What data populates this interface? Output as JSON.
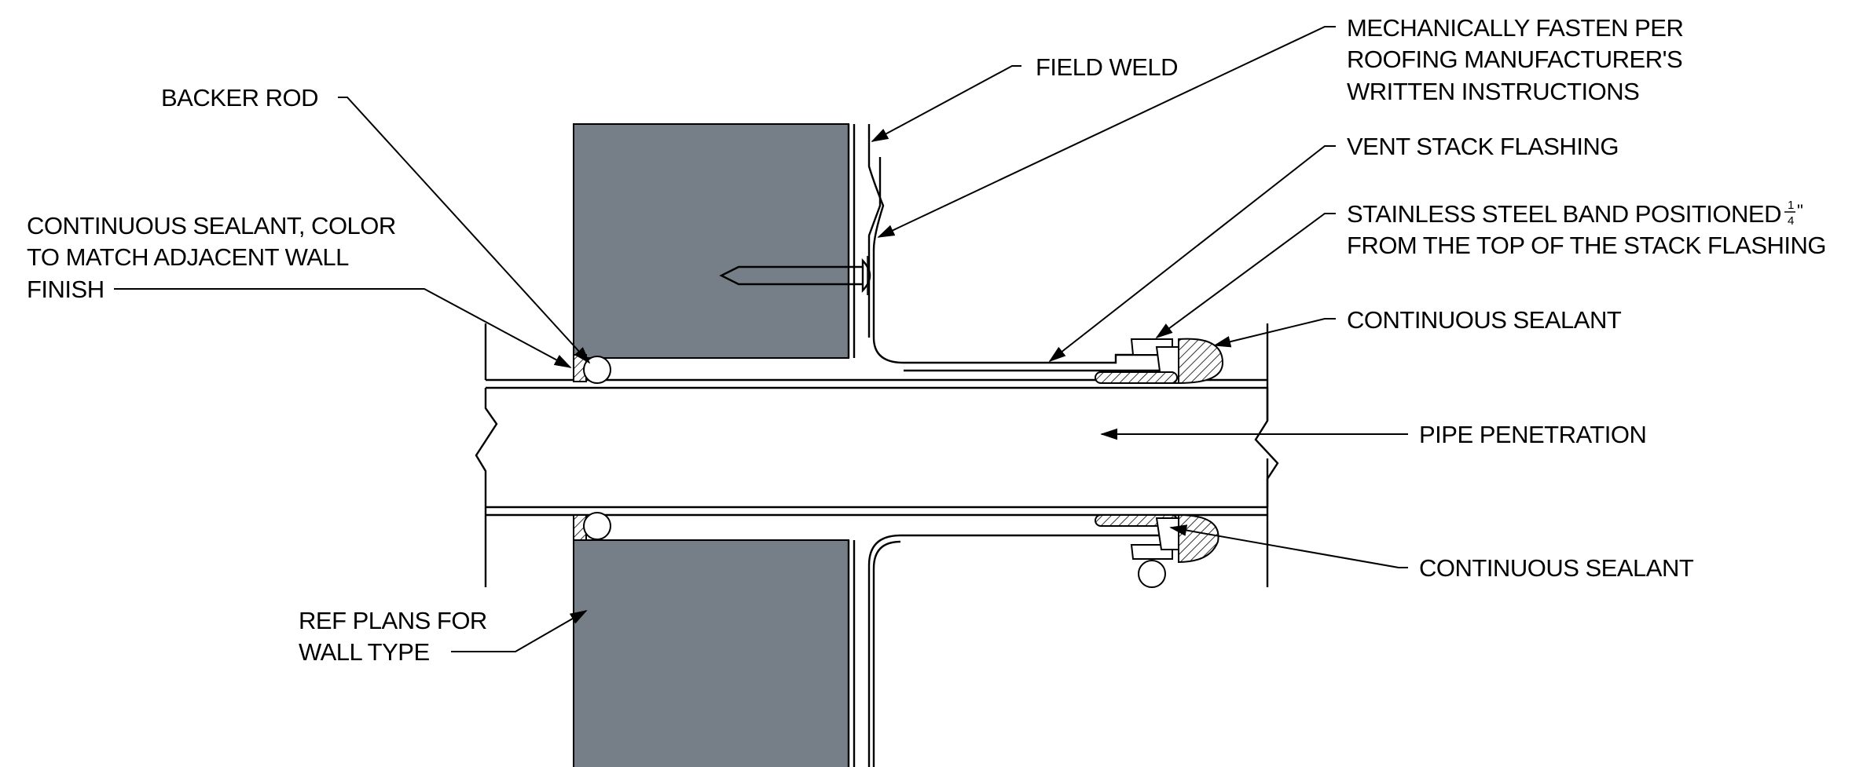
{
  "colors": {
    "wall_fill": "#767f87",
    "line": "#000000",
    "background": "#ffffff"
  },
  "labels": {
    "backer_rod": "BACKER ROD",
    "continuous_sealant_color": [
      "CONTINUOUS SEALANT, COLOR",
      "TO MATCH ADJACENT WALL",
      "FINISH"
    ],
    "field_weld": "FIELD WELD",
    "mechanically_fasten": [
      "MECHANICALLY FASTEN PER",
      "ROOFING MANUFACTURER'S",
      "WRITTEN INSTRUCTIONS"
    ],
    "vent_stack_flashing": "VENT STACK FLASHING",
    "stainless_band": [
      "STAINLESS STEEL BAND POSITIONED",
      "FROM THE TOP OF THE STACK FLASHING"
    ],
    "stainless_band_fraction": {
      "numerator": "1",
      "denominator": "4",
      "unit": "\""
    },
    "continuous_sealant_upper": "CONTINUOUS SEALANT",
    "pipe_penetration": "PIPE PENETRATION",
    "continuous_sealant_lower": "CONTINUOUS SEALANT",
    "ref_plans": [
      "REF PLANS FOR",
      "WALL TYPE"
    ]
  }
}
